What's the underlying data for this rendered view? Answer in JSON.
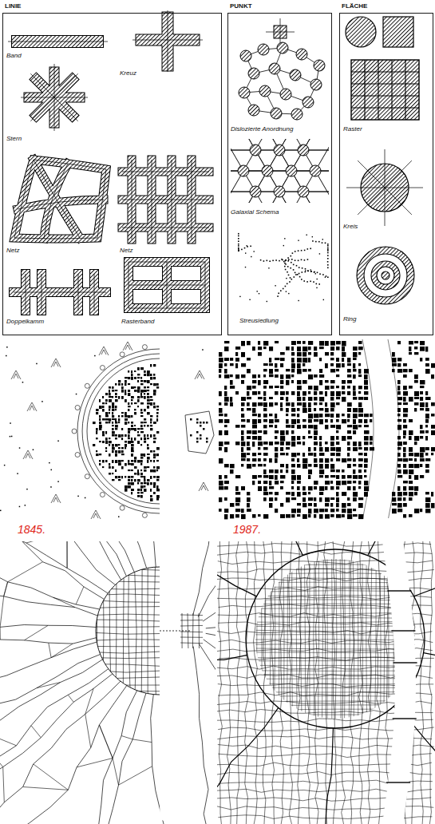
{
  "diagram": {
    "nodes": [
      {
        "text": [
          "LINIE"
        ]
      },
      {
        "text": [
          "PUNKT"
        ]
      },
      {
        "text": [
          "FLÄCHE"
        ]
      }
    ],
    "labels": [
      "Band",
      "Kreuz",
      "Stern",
      "Netz",
      "Netz",
      "Doppelkamm",
      "Rasterband",
      "Dislozierte Anordnung",
      "Galaxial Schema",
      "Streusiedlung",
      "Raster",
      "Kreis",
      "Ring",
      "1845.",
      "1987."
    ]
  }
}
